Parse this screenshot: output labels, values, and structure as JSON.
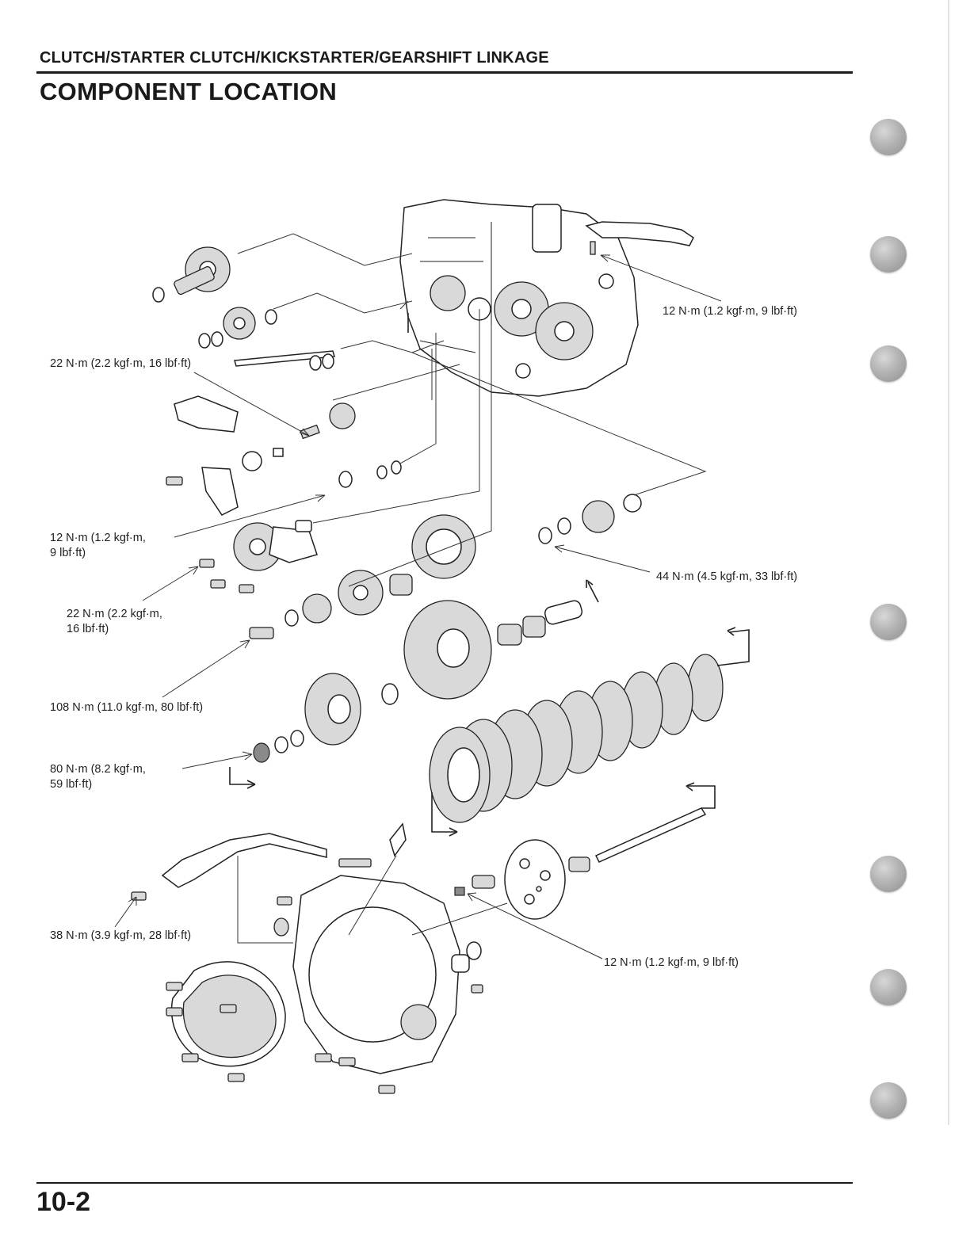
{
  "header": {
    "section_title": "CLUTCH/STARTER CLUTCH/KICKSTARTER/GEARSHIFT LINKAGE",
    "page_heading": "COMPONENT LOCATION"
  },
  "torque_labels": {
    "t1": "12 N·m (1.2 kgf·m, 9 lbf·ft)",
    "t2": "22 N·m (2.2 kgf·m, 16 lbf·ft)",
    "t3_line1": "12 N·m (1.2 kgf·m,",
    "t3_line2": "9 lbf·ft)",
    "t4": "44 N·m (4.5 kgf·m, 33 lbf·ft)",
    "t5_line1": "22 N·m (2.2 kgf·m,",
    "t5_line2": "16 lbf·ft)",
    "t6": "108 N·m (11.0 kgf·m, 80 lbf·ft)",
    "t7_line1": "80 N·m (8.2 kgf·m,",
    "t7_line2": "59 lbf·ft)",
    "t8": "38 N·m (3.9 kgf·m, 28 lbf·ft)",
    "t9": "12 N·m (1.2 kgf·m, 9 lbf·ft)"
  },
  "footer": {
    "page_number": "10-2"
  },
  "colors": {
    "ink": "#1a1a1a",
    "tab_gray": "#b3b3b3"
  }
}
